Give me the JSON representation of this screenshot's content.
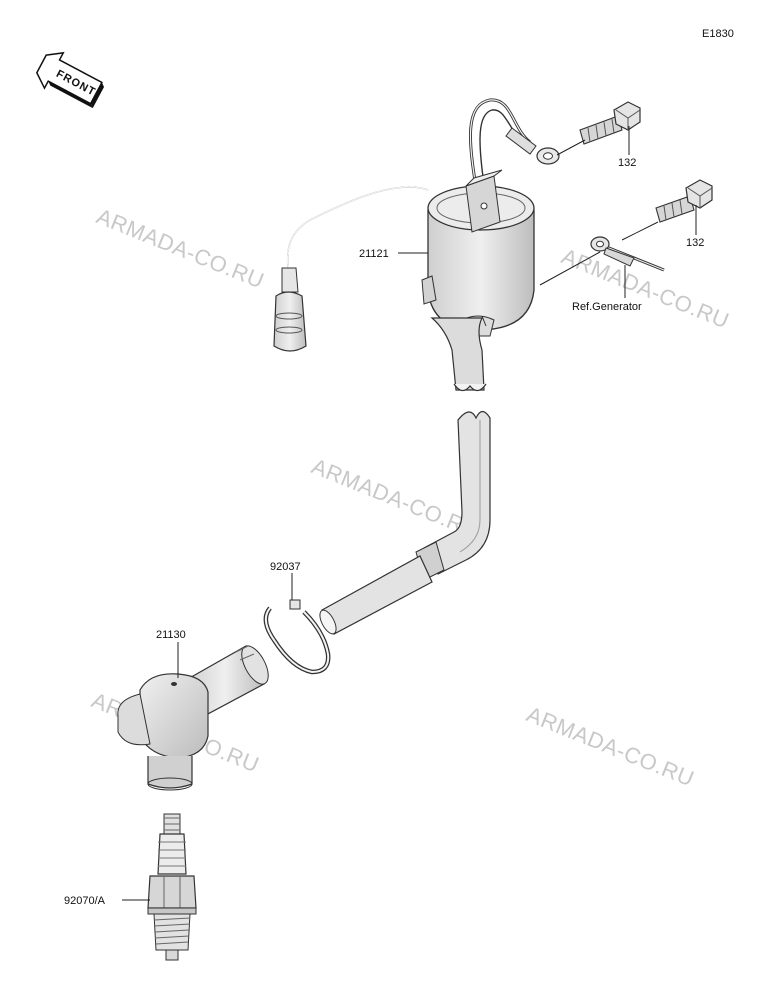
{
  "diagram_code": "E1830",
  "front_label": "FRONT",
  "watermark_text": "ARMADA-CO.RU",
  "callouts": {
    "ignition_coil": "21121",
    "bolt_upper": "132",
    "bolt_lower": "132",
    "ref_generator": "Ref.Generator",
    "clamp": "92037",
    "plug_cap": "21130",
    "spark_plug": "92070/A"
  },
  "colors": {
    "part_fill": "#e3e3e3",
    "part_shade": "#bdbdbd",
    "watermark": "#c8c8c8"
  }
}
